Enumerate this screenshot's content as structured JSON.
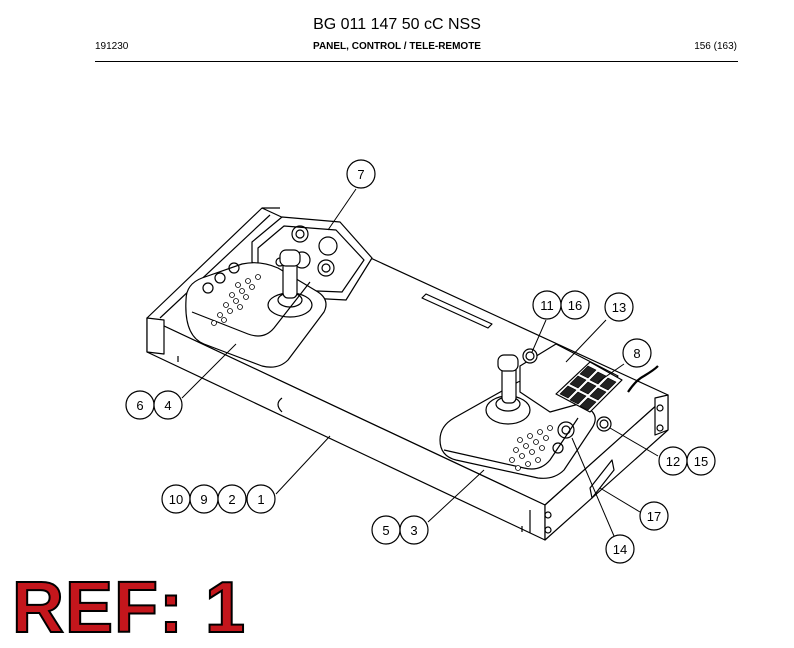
{
  "header": {
    "title": "BG 011 147 50 cC NSS",
    "doc_number": "191230",
    "section": "PANEL, CONTROL / TELE-REMOTE",
    "page": "156 (163)"
  },
  "callouts": [
    "7",
    "11",
    "16",
    "13",
    "8",
    "6",
    "4",
    "12",
    "15",
    "10",
    "9",
    "2",
    "1",
    "17",
    "5",
    "3",
    "14"
  ],
  "reference": "REF: 1"
}
